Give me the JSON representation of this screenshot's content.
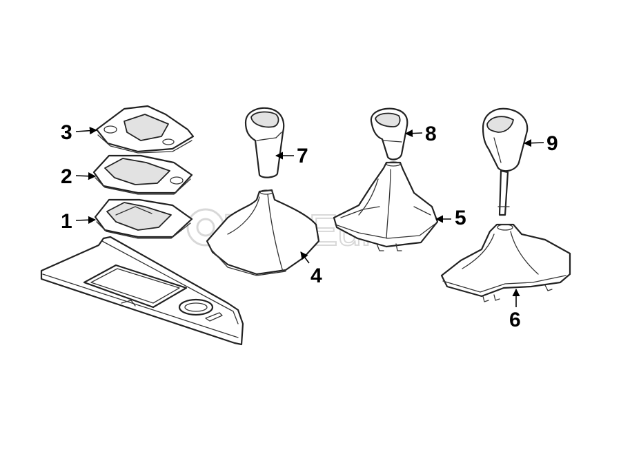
{
  "watermark": {
    "text": "FCPEuro"
  },
  "callouts": [
    {
      "id": "1",
      "label": "1"
    },
    {
      "id": "2",
      "label": "2"
    },
    {
      "id": "3",
      "label": "3"
    },
    {
      "id": "4",
      "label": "4"
    },
    {
      "id": "5",
      "label": "5"
    },
    {
      "id": "6",
      "label": "6"
    },
    {
      "id": "7",
      "label": "7"
    },
    {
      "id": "8",
      "label": "8"
    },
    {
      "id": "9",
      "label": "9"
    }
  ],
  "colors": {
    "line": "#222222",
    "watermark": "#d8d8d8",
    "background": "#ffffff"
  }
}
